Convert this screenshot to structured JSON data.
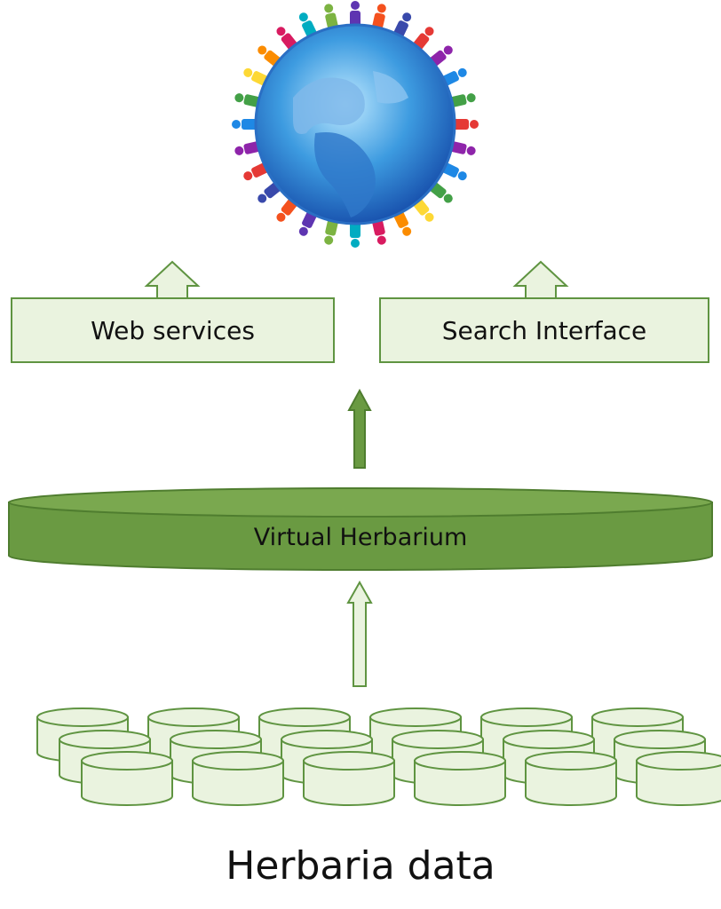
{
  "globe": {
    "icon": "globe-with-people-icon"
  },
  "boxes": {
    "web_services": "Web services",
    "search_interface": "Search Interface"
  },
  "virtual_herbarium": "Virtual Herbarium",
  "herbaria_data": "Herbaria data",
  "colors": {
    "light_green_fill": "#eaf3df",
    "box_border": "#5f9441",
    "dark_green": "#6a9a42",
    "dark_green_border": "#4f7d2f"
  },
  "databases": {
    "icon": "database-cylinder-icon",
    "rows": 3,
    "per_row": 6
  }
}
